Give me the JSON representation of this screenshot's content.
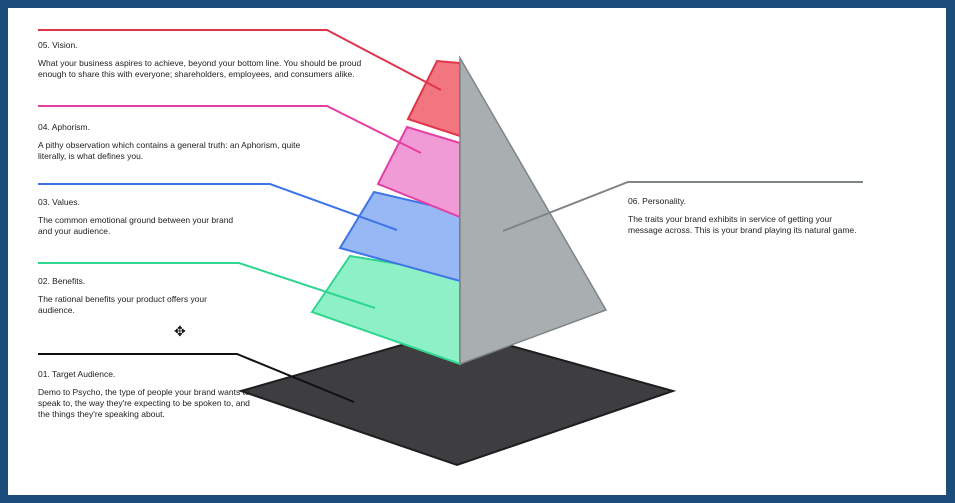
{
  "colors": {
    "frame_border": "#1a4d7a",
    "vision": "#e8465a",
    "aphorism": "#e64aa6",
    "values": "#4a7fe6",
    "benefits": "#3ed99a",
    "target_audience": "#3e3d40",
    "personality": "#a9aeb0"
  },
  "blocks": {
    "vision": {
      "title": "05. Vision.",
      "text": "What your business aspires to achieve, beyond your bottom line. You should be proud enough to share this with everyone; shareholders, employees, and consumers alike."
    },
    "aphorism": {
      "title": "04. Aphorism.",
      "text": "A pithy observation which contains a general truth: an Aphorism, quite literally, is what defines you."
    },
    "values": {
      "title": "03. Values.",
      "text": "The common emotional ground between your brand and your audience."
    },
    "benefits": {
      "title": "02. Benefits.",
      "text": "The rational benefits your product offers your audience."
    },
    "target_audience": {
      "title": "01. Target Audience.",
      "text": "Demo to Psycho, the type of people your brand wants to speak to, the way they're expecting to be spoken to, and the things they're speaking about."
    },
    "personality": {
      "title": "06. Personality.",
      "text": "The traits your brand exhibits in service of getting your message across. This is your brand playing its natural game."
    }
  },
  "cursor_icon": "move-cursor-icon"
}
